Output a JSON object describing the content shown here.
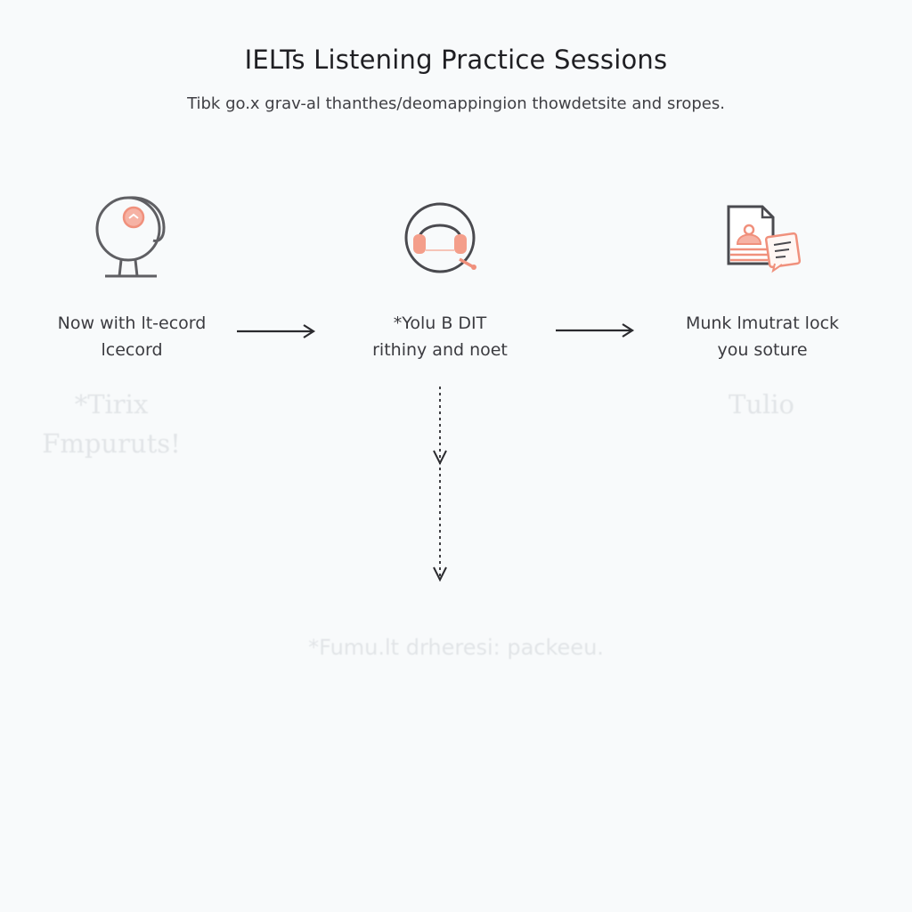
{
  "header": {
    "title": "IELTs Listening Practice Sessions",
    "subtitle": "Tibk go.x grav-al thanthes/deomappingion thowdetsite and sropes."
  },
  "steps": [
    {
      "label_line1": "Now with lt-ecord",
      "label_line2": "lcecord",
      "icon": "person-headset-icon"
    },
    {
      "label_line1": "*Yolu B DIT",
      "label_line2": "rithiny and noet",
      "icon": "headphones-icon"
    },
    {
      "label_line1": "Munk lmutrat lock",
      "label_line2": "you soture",
      "icon": "document-notes-icon"
    }
  ],
  "faded_notes": {
    "left_line1": "*Tirix",
    "left_line2": "Fmpuruts!",
    "right": "Tulio",
    "bottom": "*Fumu.lt drheresi: packeeu."
  },
  "colors": {
    "accent": "#f0907c",
    "icon_stroke": "#5f5f63",
    "arrow": "#2a2a2e"
  }
}
